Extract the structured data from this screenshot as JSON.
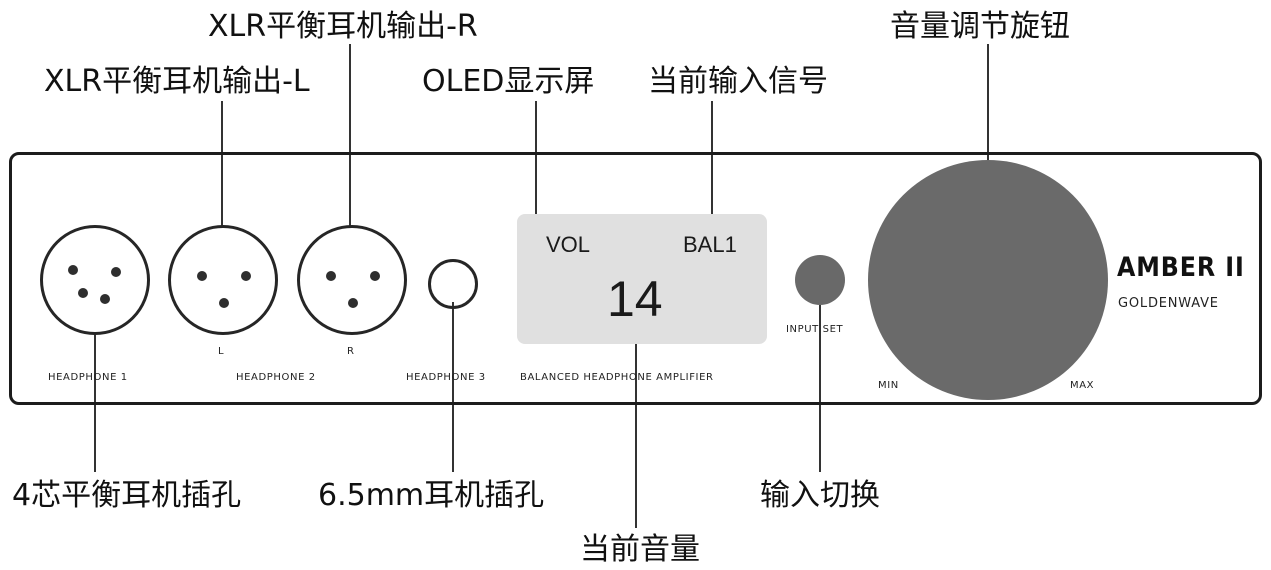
{
  "callouts": {
    "xlr_r": "XLR平衡耳机输出-R",
    "xlr_l": "XLR平衡耳机输出-L",
    "oled": "OLED显示屏",
    "input_signal": "当前输入信号",
    "volume_knob": "音量调节旋钮",
    "four_pin": "4芯平衡耳机插孔",
    "jack_65": "6.5mm耳机插孔",
    "input_switch": "输入切换",
    "current_volume": "当前音量"
  },
  "panel": {
    "headphone1": "HEADPHONE 1",
    "headphone2": "HEADPHONE 2",
    "headphone3": "HEADPHONE 3",
    "l": "L",
    "r": "R",
    "amp_label": "BALANCED HEADPHONE AMPLIFIER",
    "input_set": "INPUT SET",
    "min": "MIN",
    "max": "MAX",
    "brand": "AMBER II",
    "sub_brand": "GOLDENWAVE"
  },
  "oled": {
    "vol_label": "VOL",
    "input_name": "BAL1",
    "volume_value": "14"
  },
  "colors": {
    "knob": "#6a6a6a",
    "oled_background": "#e0e0e0",
    "outline": "#1c1c1c"
  }
}
